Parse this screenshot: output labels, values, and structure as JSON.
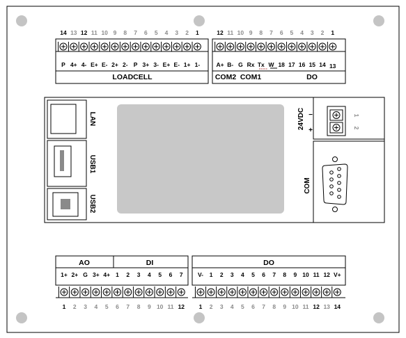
{
  "top_left_block": {
    "pin_numbers": [
      "14",
      "13",
      "12",
      "11",
      "10",
      "9",
      "8",
      "7",
      "6",
      "5",
      "4",
      "3",
      "2",
      "1"
    ],
    "signal_labels": [
      "P",
      "4+",
      "4-",
      "E+",
      "E-",
      "2+",
      "2-",
      "P",
      "3+",
      "3-",
      "E+",
      "E-",
      "1+",
      "1-"
    ],
    "group_label": "LOADCELL"
  },
  "top_right_block": {
    "pin_numbers": [
      "12",
      "11",
      "10",
      "9",
      "8",
      "7",
      "6",
      "5",
      "4",
      "3",
      "2",
      "1"
    ],
    "signal_labels": [
      "A+",
      "B-",
      "G",
      "Rx",
      "Tx",
      "W",
      "18",
      "17",
      "16",
      "15",
      "14",
      "13"
    ],
    "group_labels": [
      "COM2",
      "COM1",
      "DO"
    ]
  },
  "left_ports": [
    "LAN",
    "USB1",
    "USB2"
  ],
  "power": {
    "label": "24VDC",
    "minus": "−",
    "plus": "+",
    "pins": [
      "1",
      "2"
    ]
  },
  "com_label": "COM",
  "bottom_left_block": {
    "group_labels": [
      "AO",
      "DI"
    ],
    "signal_labels": [
      "1+",
      "2+",
      "G",
      "3+",
      "4+",
      "1",
      "2",
      "3",
      "4",
      "5",
      "6",
      "7"
    ],
    "pin_numbers": [
      "1",
      "2",
      "3",
      "4",
      "5",
      "6",
      "7",
      "8",
      "9",
      "10",
      "11",
      "12"
    ]
  },
  "bottom_right_block": {
    "group_label": "DO",
    "signal_labels": [
      "V-",
      "1",
      "2",
      "3",
      "4",
      "5",
      "6",
      "7",
      "8",
      "9",
      "10",
      "11",
      "12",
      "V+"
    ],
    "pin_numbers": [
      "1",
      "2",
      "3",
      "4",
      "5",
      "6",
      "7",
      "8",
      "9",
      "10",
      "11",
      "12",
      "13",
      "14"
    ]
  },
  "colors": {
    "display": "#c8c8c8",
    "hole": "#c4c4c4",
    "outline": "#000000",
    "muted_number": "#8a8a8a"
  }
}
